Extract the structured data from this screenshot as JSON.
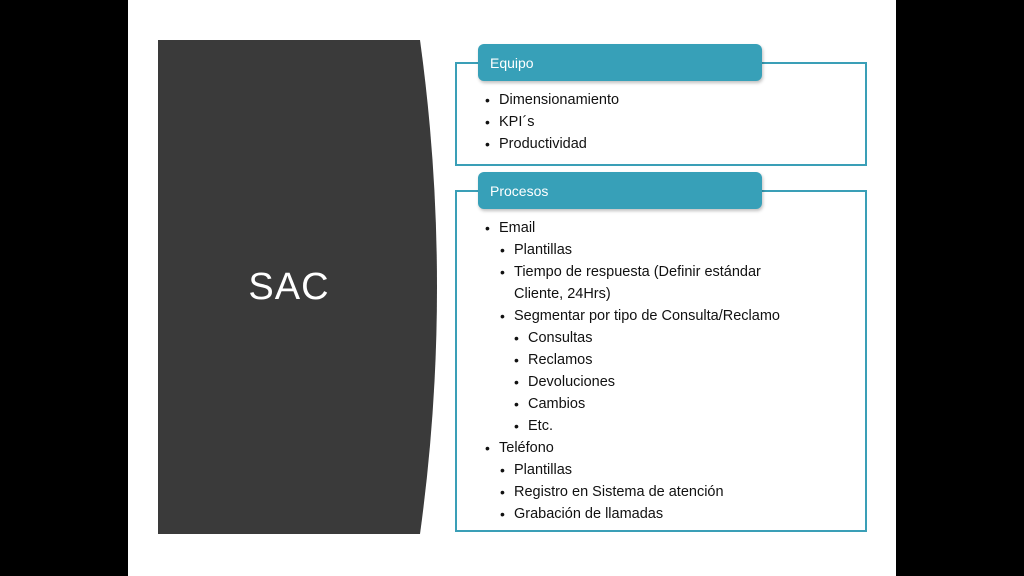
{
  "main_shape": {
    "title": "SAC",
    "color": "#3a3a3a"
  },
  "equipo": {
    "header": "Equipo",
    "items": [
      "Dimensionamiento",
      "KPI´s",
      "Productividad"
    ]
  },
  "procesos": {
    "header": "Procesos",
    "items": [
      {
        "level": 1,
        "text": "Email"
      },
      {
        "level": 2,
        "text": "Plantillas"
      },
      {
        "level": 2,
        "text": "Tiempo de respuesta (Definir estándar"
      },
      {
        "level": 2,
        "text": "Cliente, 24Hrs)",
        "continuation": true
      },
      {
        "level": 2,
        "text": "Segmentar por tipo de Consulta/Reclamo"
      },
      {
        "level": 3,
        "text": "Consultas"
      },
      {
        "level": 3,
        "text": "Reclamos"
      },
      {
        "level": 3,
        "text": "Devoluciones"
      },
      {
        "level": 3,
        "text": "Cambios"
      },
      {
        "level": 3,
        "text": "Etc."
      },
      {
        "level": 1,
        "text": "Teléfono"
      },
      {
        "level": 2,
        "text": "Plantillas"
      },
      {
        "level": 2,
        "text": "Registro en Sistema de atención"
      },
      {
        "level": 2,
        "text": "Grabación de llamadas"
      }
    ]
  },
  "colors": {
    "accent": "#37a0b8",
    "border": "#3a9fb7",
    "dark": "#3a3a3a"
  }
}
